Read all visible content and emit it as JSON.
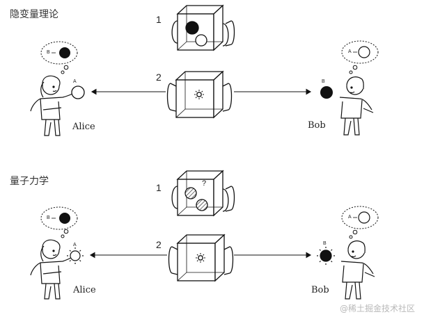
{
  "sections": [
    {
      "title": "隐变量理论",
      "step1": "1",
      "step2": "2",
      "left_person": "Alice",
      "right_person": "Bob",
      "left_ball_letter": "A",
      "right_ball_letter": "B",
      "left_thought_letter": "B",
      "right_thought_letter": "A"
    },
    {
      "title": "量子力学",
      "step1": "1",
      "step2": "2",
      "box_question": "?",
      "left_person": "Alice",
      "right_person": "Bob",
      "left_ball_letter": "A",
      "right_ball_letter": "B",
      "left_thought_letter": "B",
      "right_thought_letter": "A"
    }
  ],
  "watermark": "@稀土掘金技术社区"
}
